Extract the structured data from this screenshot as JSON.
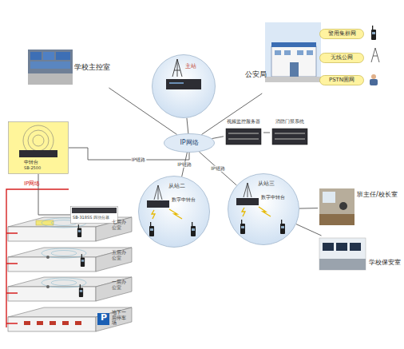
{
  "diagram": {
    "nodes": [
      {
        "text": [
          "学校主控室"
        ]
      },
      {
        "text": [
          "公安局"
        ]
      },
      {
        "text": [
          "警用集群网"
        ],
        "in": 1
      },
      {
        "text": [
          "无线公网"
        ],
        "in": 1
      },
      {
        "text": [
          "PSTN固网"
        ],
        "in": 1
      },
      {
        "text": [
          "主站"
        ]
      },
      {
        "text": [
          "IP网络"
        ]
      },
      {
        "text": [
          "视频监控服务器"
        ]
      },
      {
        "text": [
          "消防门禁系统"
        ]
      },
      {
        "text": [
          "从站二",
          "数字中转台"
        ]
      },
      {
        "text": [
          "从站三",
          "数字中转台"
        ]
      },
      {
        "text": [
          "班主任/校长室"
        ]
      },
      {
        "text": [
          "学校保安室"
        ]
      },
      {
        "text": [
          "中转台",
          "SB-2500"
        ]
      },
      {
        "text": [
          "SB-318SS 四功分器"
        ]
      },
      {
        "text": [
          "七层办公室"
        ]
      },
      {
        "text": [
          "五层办公室"
        ]
      },
      {
        "text": [
          "一层办公室"
        ]
      },
      {
        "text": [
          "地下一层停车场"
        ]
      }
    ],
    "edges": [
      {
        "from": 0,
        "to": 6,
        "arrow": "none"
      },
      {
        "from": 1,
        "to": 6,
        "arrow": "none"
      },
      {
        "from": 5,
        "to": 6,
        "arrow": "none"
      },
      {
        "from": 6,
        "to": 7,
        "arrow": "none"
      },
      {
        "from": 7,
        "to": 8,
        "arrow": "none"
      },
      {
        "from": 6,
        "to": 9,
        "label": "IP链路",
        "arrow": "none"
      },
      {
        "from": 6,
        "to": 10,
        "label": "IP链路",
        "arrow": "none"
      },
      {
        "from": 6,
        "to": 13,
        "label": "IP链路",
        "arrow": "none"
      },
      {
        "from": 10,
        "to": 11,
        "arrow": "none"
      },
      {
        "from": 10,
        "to": 12,
        "arrow": "none"
      },
      {
        "from": 13,
        "to": 14,
        "arrow": "none"
      }
    ],
    "labels": [
      "IP网络",
      "P"
    ]
  }
}
